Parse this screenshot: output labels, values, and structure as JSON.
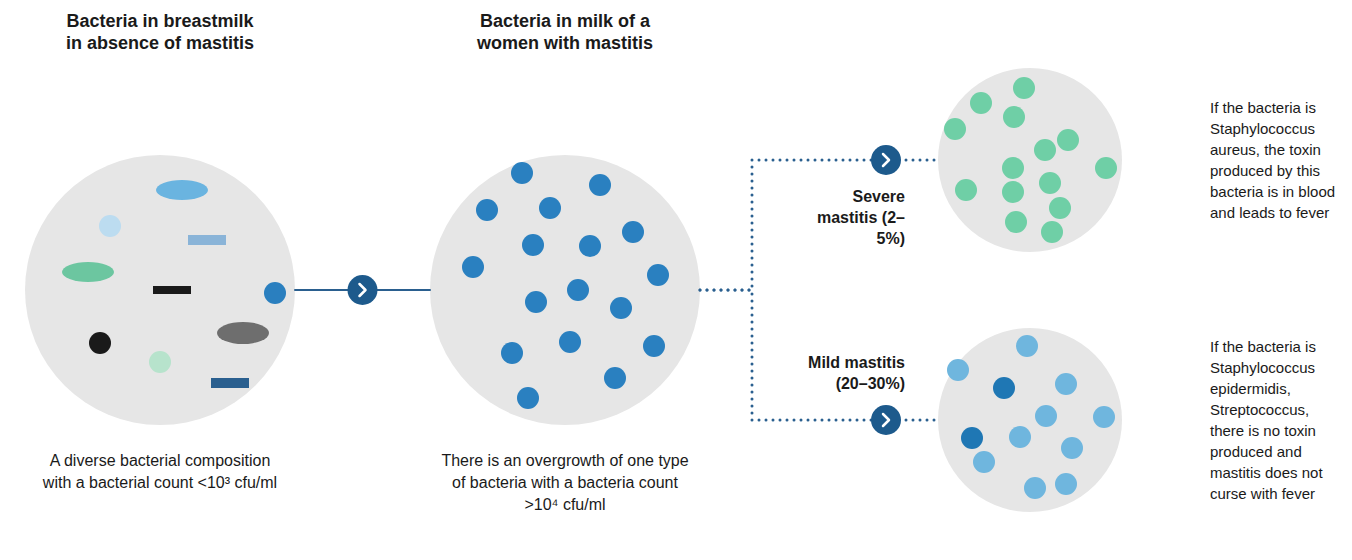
{
  "diagram": {
    "nodes": [
      {
        "text": [
          "Bacteria in breastmilk in absence of mastitis",
          "A diverse bacterial composition with a bacterial count <10³ cfu/ml"
        ]
      },
      {
        "text": [
          "Bacteria in milk of a women with mastitis",
          "There is an overgrowth of one type of bacteria with a bacteria count >10⁴ cfu/ml"
        ]
      },
      {
        "text": [
          "If the bacteria is Staphylococcus aureus, the toxin produced by this bacteria is in blood and leads to fever"
        ]
      },
      {
        "text": [
          "If the bacteria is Staphylococcus epidermidis, Streptococcus, there is no toxin produced and mastitis does not curse with fever"
        ]
      }
    ],
    "edges": [
      {
        "from": 0,
        "to": 1,
        "arrow": "to"
      },
      {
        "from": 1,
        "to": 2,
        "label": "Severe mastitis (2–5%)",
        "arrow": "to"
      },
      {
        "from": 1,
        "to": 3,
        "label": "Mild mastitis (20–30%)",
        "arrow": "to"
      }
    ]
  }
}
